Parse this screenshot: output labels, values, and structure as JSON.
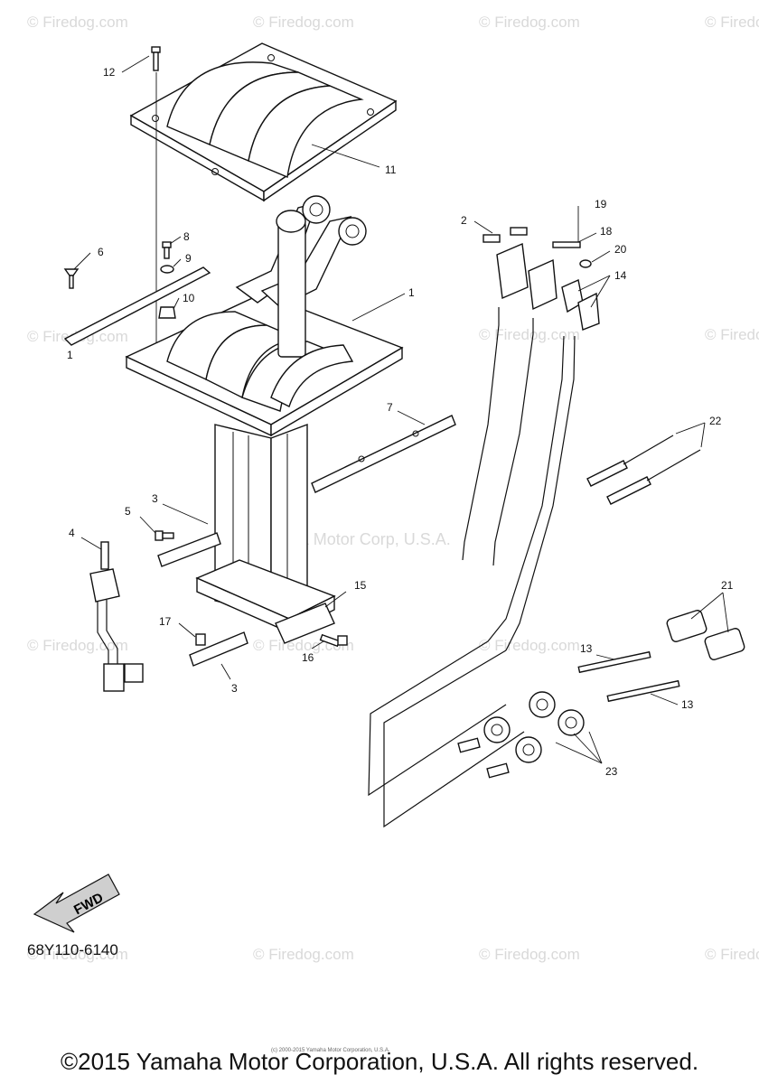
{
  "watermarks": {
    "firedog": "© Firedog.com",
    "yamaha": "Yamaha Motor Corp, U.S.A."
  },
  "callouts": [
    "1",
    "2",
    "3",
    "3",
    "4",
    "5",
    "6",
    "7",
    "8",
    "9",
    "10",
    "11",
    "12",
    "13",
    "13",
    "14",
    "15",
    "16",
    "17",
    "18",
    "19",
    "20",
    "21",
    "22",
    "23",
    "1"
  ],
  "fwd_label": "FWD",
  "part_number": "68Y110-6140",
  "fine_print": "(c) 2000-2015 Yamaha Motor Corporation, U.S.A.",
  "copyright": "©2015 Yamaha Motor Corporation, U.S.A. All rights reserved."
}
